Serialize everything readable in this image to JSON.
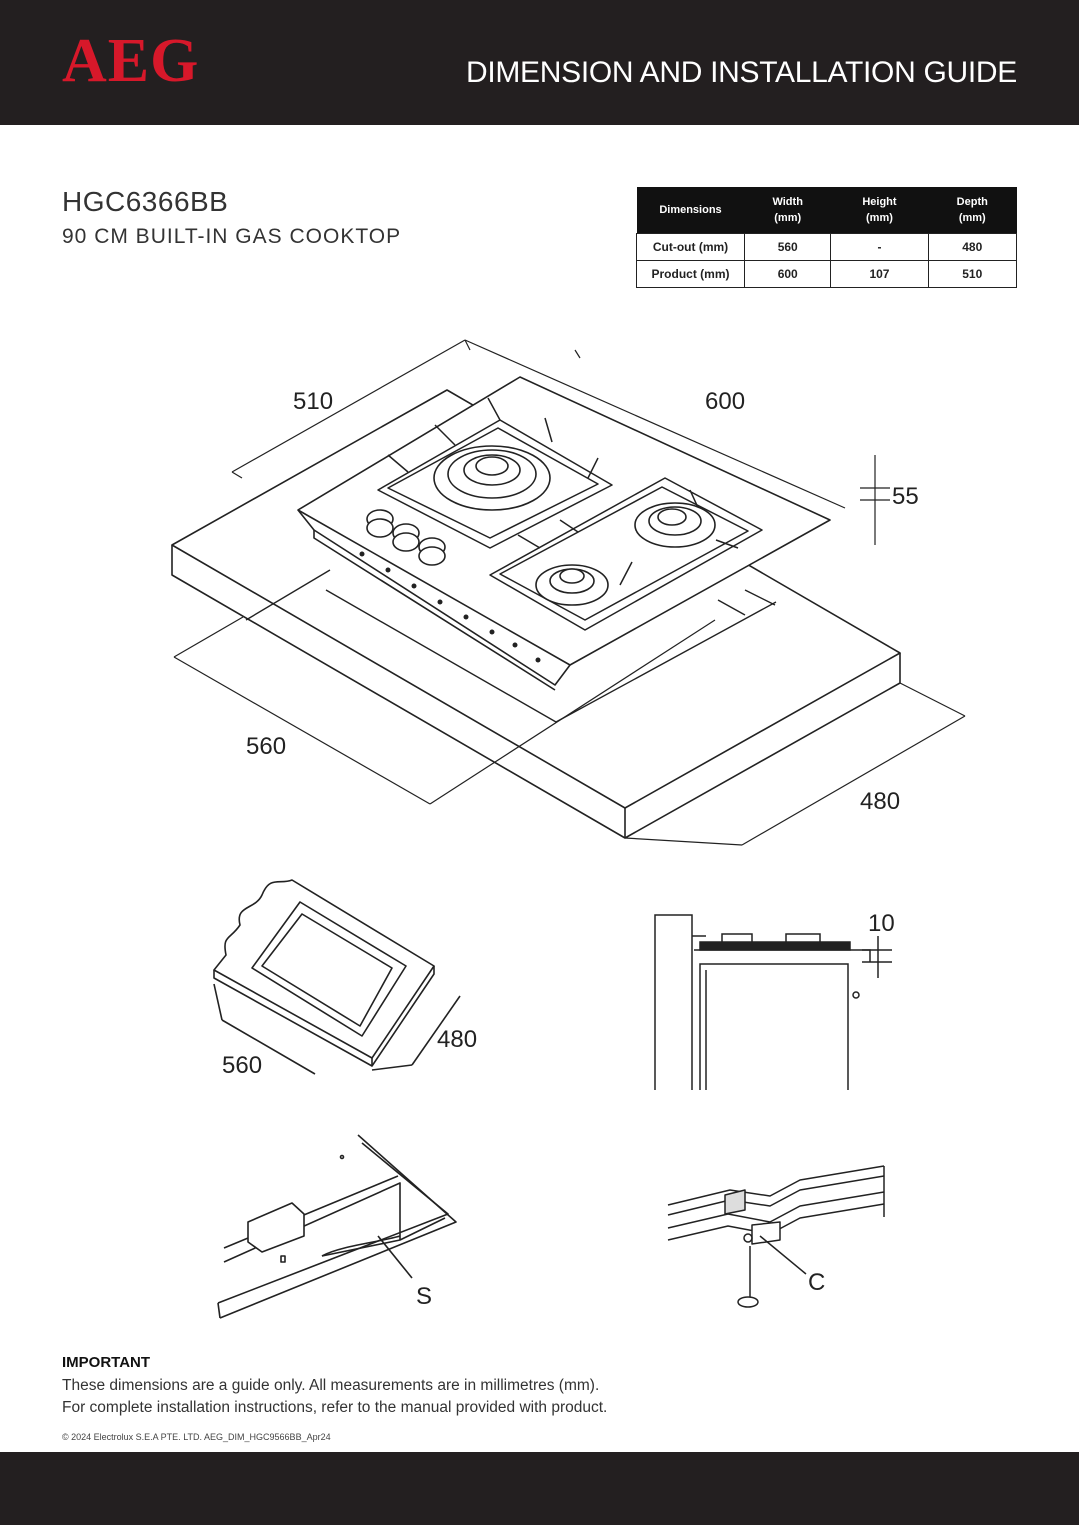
{
  "header": {
    "brand": "AEG",
    "title": "DIMENSION AND INSTALLATION GUIDE"
  },
  "product": {
    "model": "HGC6366BB",
    "description": "90 CM BUILT-IN GAS COOKTOP"
  },
  "dimensions_table": {
    "headers": [
      {
        "line1": "Dimensions",
        "line2": ""
      },
      {
        "line1": "Width",
        "line2": "(mm)"
      },
      {
        "line1": "Height",
        "line2": "(mm)"
      },
      {
        "line1": "Depth",
        "line2": "(mm)"
      }
    ],
    "rows": [
      {
        "label": "Cut-out (mm)",
        "width": "560",
        "height": "-",
        "depth": "480"
      },
      {
        "label": "Product (mm)",
        "width": "600",
        "height": "107",
        "depth": "510"
      }
    ]
  },
  "diagram_labels": {
    "main_depth": "510",
    "main_width": "600",
    "main_height": "55",
    "cutout_width": "560",
    "cutout_depth": "480",
    "detail_cutout_width": "560",
    "detail_cutout_depth": "480",
    "side_gap": "10",
    "seal_label": "S",
    "clamp_label": "C"
  },
  "important": {
    "title": "IMPORTANT",
    "line1": "These dimensions are a guide only. All measurements are in millimetres (mm).",
    "line2": "For complete installation instructions, refer to the manual provided with product."
  },
  "copyright": "© 2024 Electrolux S.E.A PTE. LTD. AEG_DIM_HGC9566BB_Apr24",
  "colors": {
    "brand_red": "#d7182a",
    "bar_dark": "#231f20"
  }
}
